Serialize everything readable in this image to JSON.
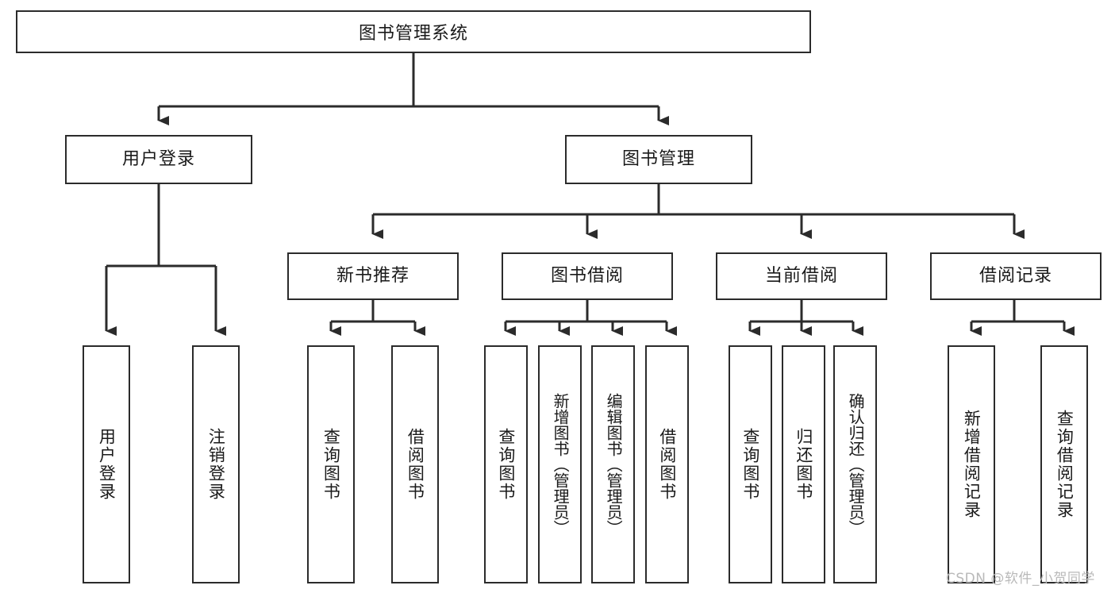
{
  "diagram": {
    "title": "图书管理系统",
    "type": "tree-hierarchy",
    "root": {
      "label": "图书管理系统"
    },
    "level2": [
      {
        "id": "user-login",
        "label": "用户登录"
      },
      {
        "id": "book-manage",
        "label": "图书管理"
      }
    ],
    "level3": [
      {
        "id": "new-book-recommend",
        "label": "新书推荐",
        "parent": "book-manage"
      },
      {
        "id": "book-borrow",
        "label": "图书借阅",
        "parent": "book-manage"
      },
      {
        "id": "current-borrow",
        "label": "当前借阅",
        "parent": "book-manage"
      },
      {
        "id": "borrow-record",
        "label": "借阅记录",
        "parent": "book-manage"
      }
    ],
    "leaves": {
      "user_login": [
        {
          "id": "leaf-user-login",
          "label": "用户登录"
        },
        {
          "id": "leaf-user-logout",
          "label": "注销登录"
        }
      ],
      "new_book_recommend": [
        {
          "id": "leaf-query-book-1",
          "label": "查询图书"
        },
        {
          "id": "leaf-borrow-book-1",
          "label": "借阅图书"
        }
      ],
      "book_borrow": [
        {
          "id": "leaf-query-book-2",
          "label": "查询图书"
        },
        {
          "id": "leaf-add-book",
          "label": "新增图书（管理员）"
        },
        {
          "id": "leaf-edit-book",
          "label": "编辑图书（管理员）"
        },
        {
          "id": "leaf-borrow-book-2",
          "label": "借阅图书"
        }
      ],
      "current_borrow": [
        {
          "id": "leaf-query-book-3",
          "label": "查询图书"
        },
        {
          "id": "leaf-return-book",
          "label": "归还图书"
        },
        {
          "id": "leaf-confirm-return",
          "label": "确认归还（管理员）"
        }
      ],
      "borrow_record": [
        {
          "id": "leaf-add-record",
          "label": "新增借阅记录"
        },
        {
          "id": "leaf-query-record",
          "label": "查询借阅记录"
        }
      ]
    }
  },
  "watermark": {
    "text": "CSDN @软件_小贺同学"
  },
  "colors": {
    "line": "#2b2b2b",
    "box_border": "#2b2b2b",
    "box_fill": "#ffffff",
    "text": "#1a1a1a",
    "watermark": "#b9b9b9",
    "background": "#ffffff"
  }
}
